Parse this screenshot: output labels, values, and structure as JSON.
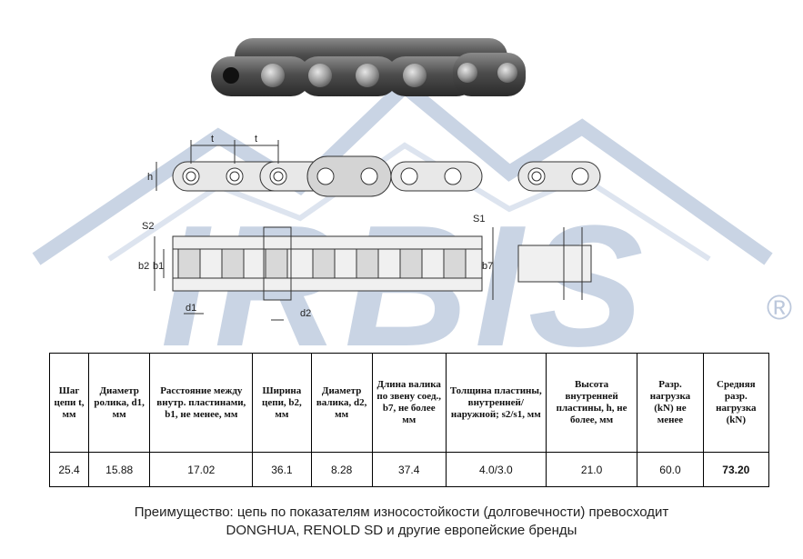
{
  "brand": {
    "watermark_text": "IRBIS",
    "registered_mark": "®",
    "watermark_color": "#c9d4e4"
  },
  "drawing": {
    "labels": {
      "pitch": "t",
      "height": "h",
      "s2": "S2",
      "s1": "S1",
      "b2": "b2",
      "b1": "b1",
      "b7": "b7",
      "d1": "d1",
      "d2": "d2"
    }
  },
  "table": {
    "headers": [
      "Шаг цепи t, мм",
      "Диаметр ролика, d1, мм",
      "Расстояние между внутр. пластинами, b1, не менее, мм",
      "Ширина цепи, b2, мм",
      "Диаметр валика, d2, мм",
      "Длина валика по звену соед., b7, не более мм",
      "Толщина пластины, внутренней/ наружной; s2/s1, мм",
      "Высота внутренней пластины, h, не более, мм",
      "Разр. нагрузка (kN) не менее",
      "Средняя разр. нагрузка (kN)"
    ],
    "values": [
      "25.4",
      "15.88",
      "17.02",
      "36.1",
      "8.28",
      "37.4",
      "4.0/3.0",
      "21.0",
      "60.0",
      "73.20"
    ]
  },
  "advantage": {
    "line1": "Преимущество: цепь по показателям износостойкости (долговечности) превосходит",
    "line2": "DONGHUA, RENOLD SD и другие европейские бренды"
  }
}
